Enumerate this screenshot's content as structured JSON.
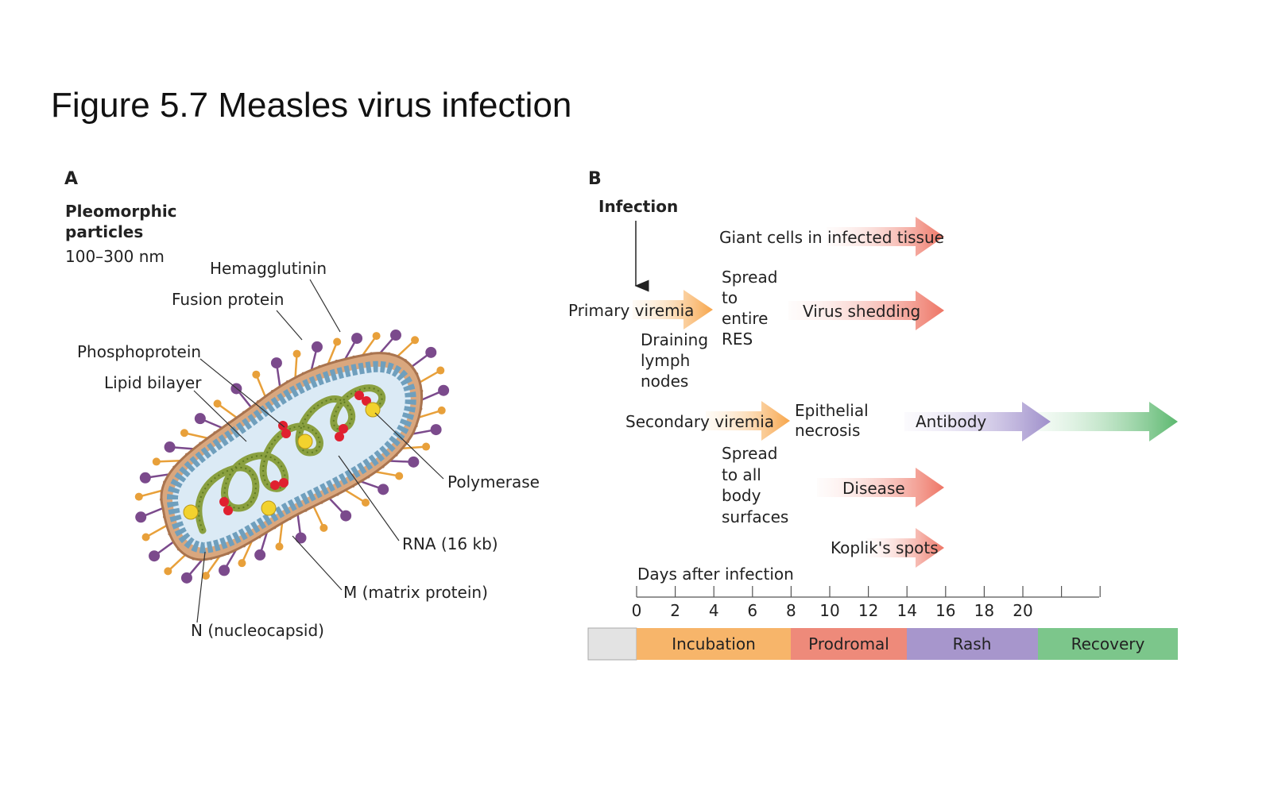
{
  "figure_title": "Figure 5.7 Measles virus infection",
  "panel_a": {
    "letter": "A",
    "heading_line1": "Pleomorphic",
    "heading_line2": "particles",
    "size_range": "100–300 nm",
    "labels": {
      "hemagglutinin": "Hemagglutinin",
      "fusion_protein": "Fusion protein",
      "phosphoprotein": "Phosphoprotein",
      "lipid_bilayer": "Lipid bilayer",
      "polymerase": "Polymerase",
      "rna": "RNA (16 kb)",
      "matrix": "M (matrix protein)",
      "nucleocapsid": "N (nucleocapsid)"
    },
    "colors": {
      "hemagglutinin": "#7b4a8c",
      "fusion": "#e8a03a",
      "envelope": "#d9a77e",
      "matrix": "#6f9fbd",
      "interior": "#dbeaf5",
      "rna": "#8aa040",
      "phosphoprotein": "#e02030",
      "polymerase": "#f2d22e"
    }
  },
  "panel_b": {
    "letter": "B",
    "infection": "Infection",
    "primary_prefix": "Primary ",
    "primary_arrow": "viremia",
    "draining": [
      "Draining",
      "lymph",
      "nodes"
    ],
    "spread_res": [
      "Spread",
      "to",
      "entire",
      "RES"
    ],
    "giant_prefix": "Giant cells in ",
    "giant_arrow": "infected tissue",
    "virus_shedding": "Virus shedding",
    "secondary_prefix": "Secondary ",
    "secondary_arrow": "viremia",
    "epithelial": [
      "Epithelial",
      "necrosis"
    ],
    "antibody": "Antibody",
    "spread_all": [
      "Spread",
      "to all",
      "body",
      "surfaces"
    ],
    "disease": "Disease",
    "koplik_prefix": "Koplik's ",
    "koplik_arrow": "spots",
    "axis_title": "Days after infection",
    "ticks": [
      "0",
      "2",
      "4",
      "6",
      "8",
      "10",
      "12",
      "14",
      "16",
      "18",
      "20"
    ],
    "stages": [
      "Incubation",
      "Prodromal",
      "Rash",
      "Recovery"
    ],
    "colors": {
      "orange": "#f7b56a",
      "red": "#ee7d6e",
      "purple": "#a796cc",
      "green": "#6fc081",
      "grey": "#e3e3e3"
    }
  }
}
